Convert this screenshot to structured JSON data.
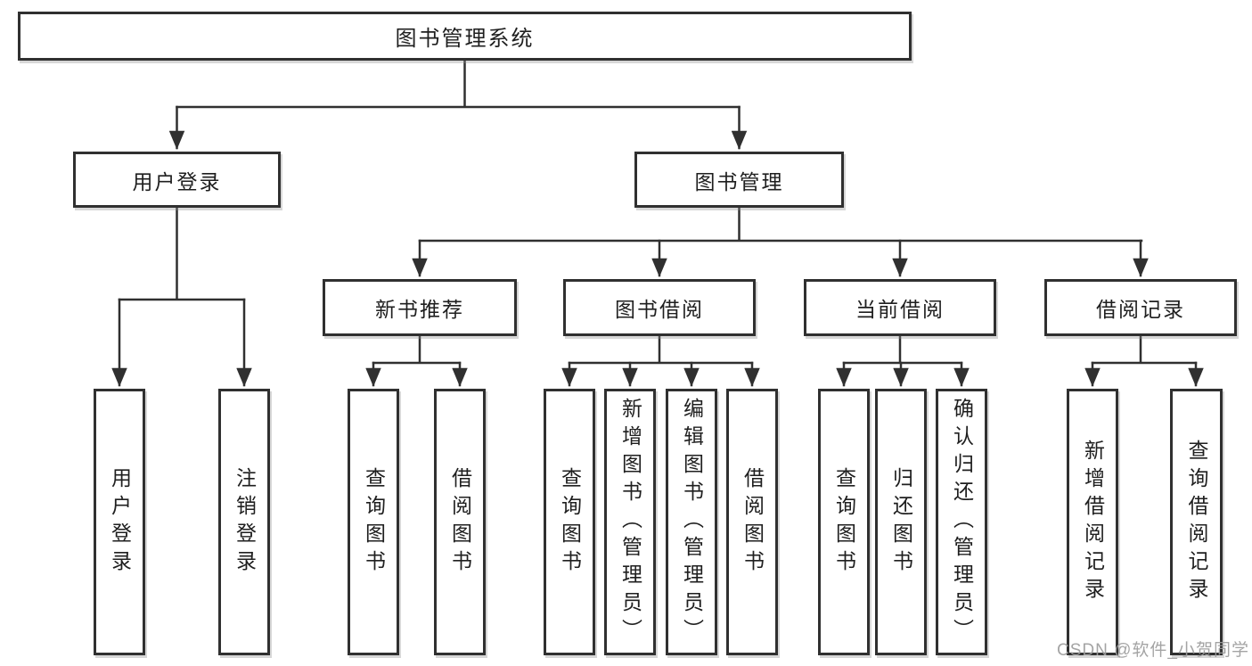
{
  "title": "图书管理系统",
  "nodes": {
    "user_login": "用户登录",
    "book_management": "图书管理",
    "new_book_recommend": "新书推荐",
    "book_borrowing": "图书借阅",
    "current_borrowing": "当前借阅",
    "borrowing_records": "借阅记录"
  },
  "leaves": {
    "user_login": [
      "用户登录",
      "注销登录"
    ],
    "new_book_recommend": [
      "查询图书",
      "借阅图书"
    ],
    "book_borrowing": [
      "查询图书",
      "新增图书（管理员）",
      "编辑图书（管理员）",
      "借阅图书"
    ],
    "current_borrowing": [
      "查询图书",
      "归还图书",
      "确认归还（管理员）"
    ],
    "borrowing_records": [
      "新增借阅记录",
      "查询借阅记录"
    ]
  },
  "watermark": "CSDN @软件_小贺同学",
  "colors": {
    "line": "#303030",
    "text": "#1f1f1f",
    "background": "#ffffff",
    "watermark": "#9d9d9d"
  }
}
